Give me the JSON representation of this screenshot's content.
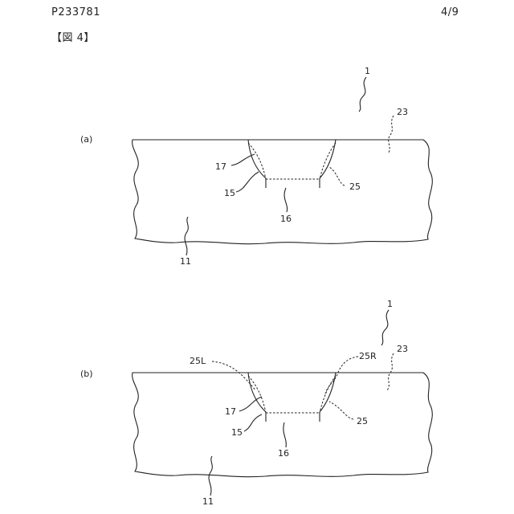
{
  "header": {
    "doc_id": "P233781",
    "page": "4/9",
    "figure_title": "【図 4】"
  },
  "panel_a": {
    "caption": "(a)",
    "labels": {
      "l1": "1",
      "l23": "23",
      "l17": "17",
      "l15": "15",
      "l25": "25",
      "l16": "16",
      "l11": "11"
    }
  },
  "panel_b": {
    "caption": "(b)",
    "labels": {
      "l1": "1",
      "l23": "23",
      "l25L": "25L",
      "l25R": "25R",
      "l17": "17",
      "l15": "15",
      "l25": "25",
      "l16": "16",
      "l11": "11"
    }
  }
}
